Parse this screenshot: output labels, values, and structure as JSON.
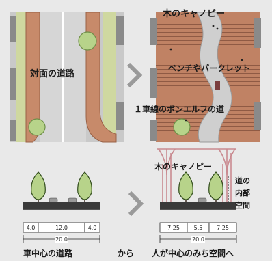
{
  "plan_before": {
    "label": "対面の道路"
  },
  "plan_after": {
    "canopy_label": "木のキャノピー",
    "bench_label": "ベンチやパークレット",
    "bonerf_label": "１車線のボンエルフの道"
  },
  "section_before": {
    "dims": [
      "4.0",
      "12.0",
      "4.0"
    ],
    "total": "20.0",
    "caption": "車中心の道路"
  },
  "section_after": {
    "canopy_label": "木のキャノピー",
    "inner_label_1": "道の",
    "inner_label_2": "内部",
    "inner_label_3": "空間",
    "dims": [
      "7.25",
      "5.5",
      "7.25"
    ],
    "total": "20.0",
    "caption": "人が中心のみち空間へ"
  },
  "connector": "から",
  "colors": {
    "bg": "#e9e9e9",
    "sidewalk_brick": "#c78a6a",
    "deck": "#b77a5e",
    "road": "#c9c9c9",
    "tree": "#b7d38a",
    "building": "#8a8a8a",
    "canopy_frame": "#c98a90",
    "soil": "#3a3a3a"
  }
}
